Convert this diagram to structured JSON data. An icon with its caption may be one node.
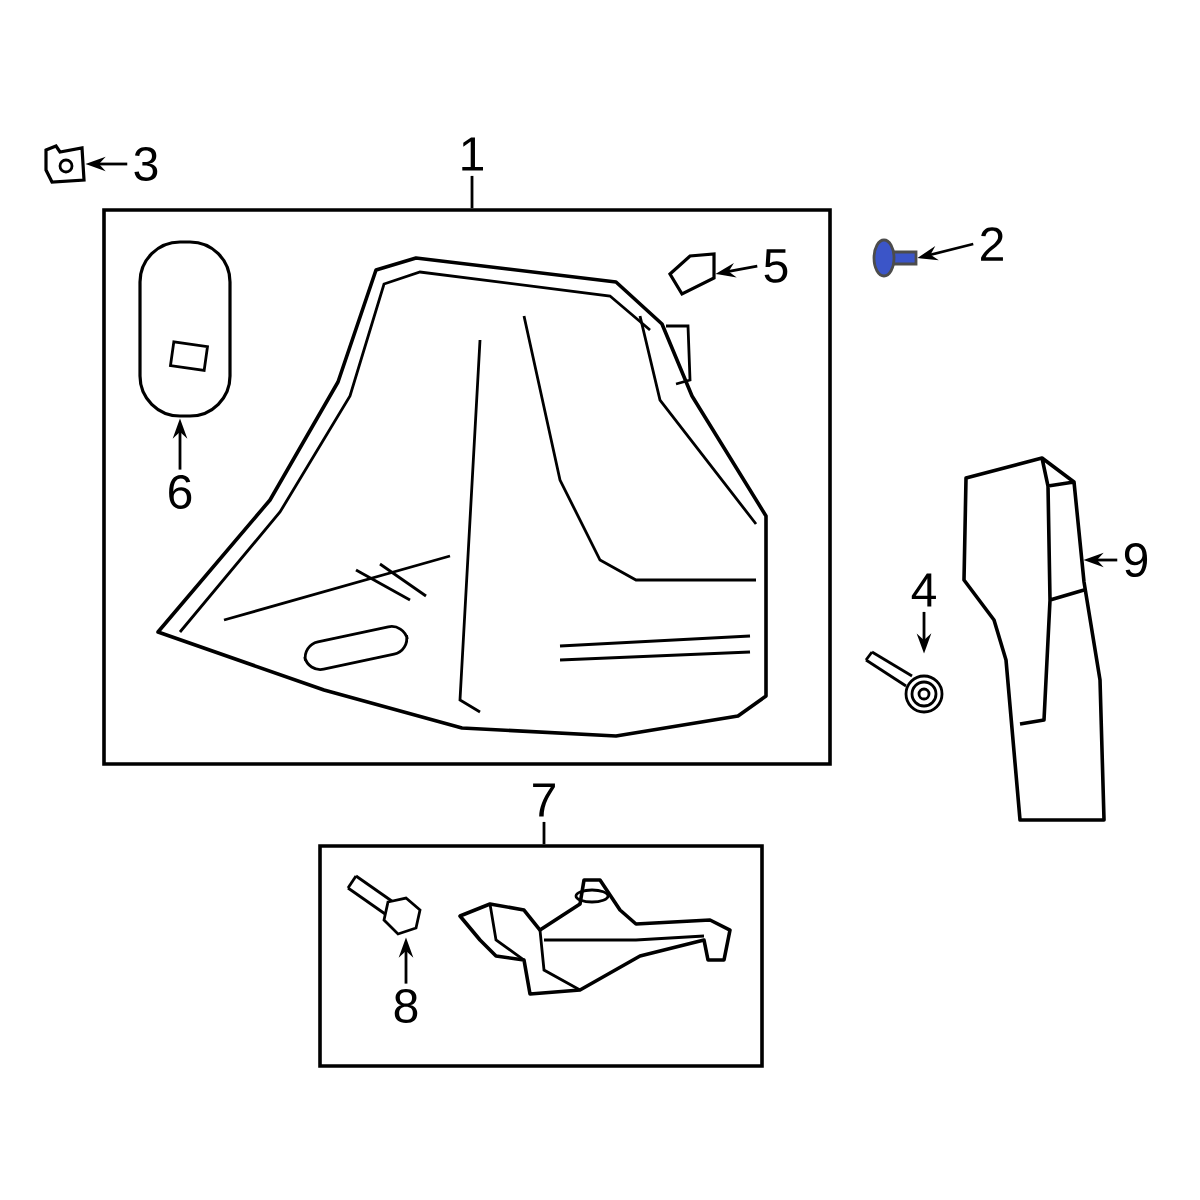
{
  "diagram": {
    "nodes": [
      {
        "text": [
          "1"
        ]
      },
      {
        "text": [],
        "shape": "box"
      },
      {
        "text": [],
        "shape": "picture",
        "in": 1
      },
      {
        "text": [],
        "shape": "picture",
        "in": 1
      },
      {
        "text": [],
        "shape": "picture",
        "in": 1
      },
      {
        "text": [
          "6"
        ],
        "in": 1
      },
      {
        "text": [
          "5"
        ],
        "in": 1
      },
      {
        "text": [
          "2"
        ]
      },
      {
        "text": [],
        "shape": "picture"
      },
      {
        "text": [
          "3"
        ]
      },
      {
        "text": [],
        "shape": "picture"
      },
      {
        "text": [
          "4"
        ]
      },
      {
        "text": [],
        "shape": "picture"
      },
      {
        "text": [
          "9"
        ]
      },
      {
        "text": [],
        "shape": "picture"
      },
      {
        "text": [
          "7"
        ]
      },
      {
        "text": [],
        "shape": "box"
      },
      {
        "text": [],
        "shape": "picture",
        "in": 16
      },
      {
        "text": [],
        "shape": "picture",
        "in": 16
      },
      {
        "text": [
          "8"
        ],
        "in": 16
      }
    ],
    "edges": [
      {
        "from": 0,
        "to": 1,
        "arrow": "none"
      },
      {
        "from": 5,
        "to": 3,
        "arrow": "to"
      },
      {
        "from": 6,
        "to": 4,
        "arrow": "to"
      },
      {
        "from": 7,
        "to": 8,
        "arrow": "to"
      },
      {
        "from": 9,
        "to": 10,
        "arrow": "to"
      },
      {
        "from": 11,
        "to": 12,
        "arrow": "to"
      },
      {
        "from": 13,
        "to": 14,
        "arrow": "to"
      },
      {
        "from": 15,
        "to": 16,
        "arrow": "none"
      },
      {
        "from": 19,
        "to": 18,
        "arrow": "to"
      }
    ]
  }
}
